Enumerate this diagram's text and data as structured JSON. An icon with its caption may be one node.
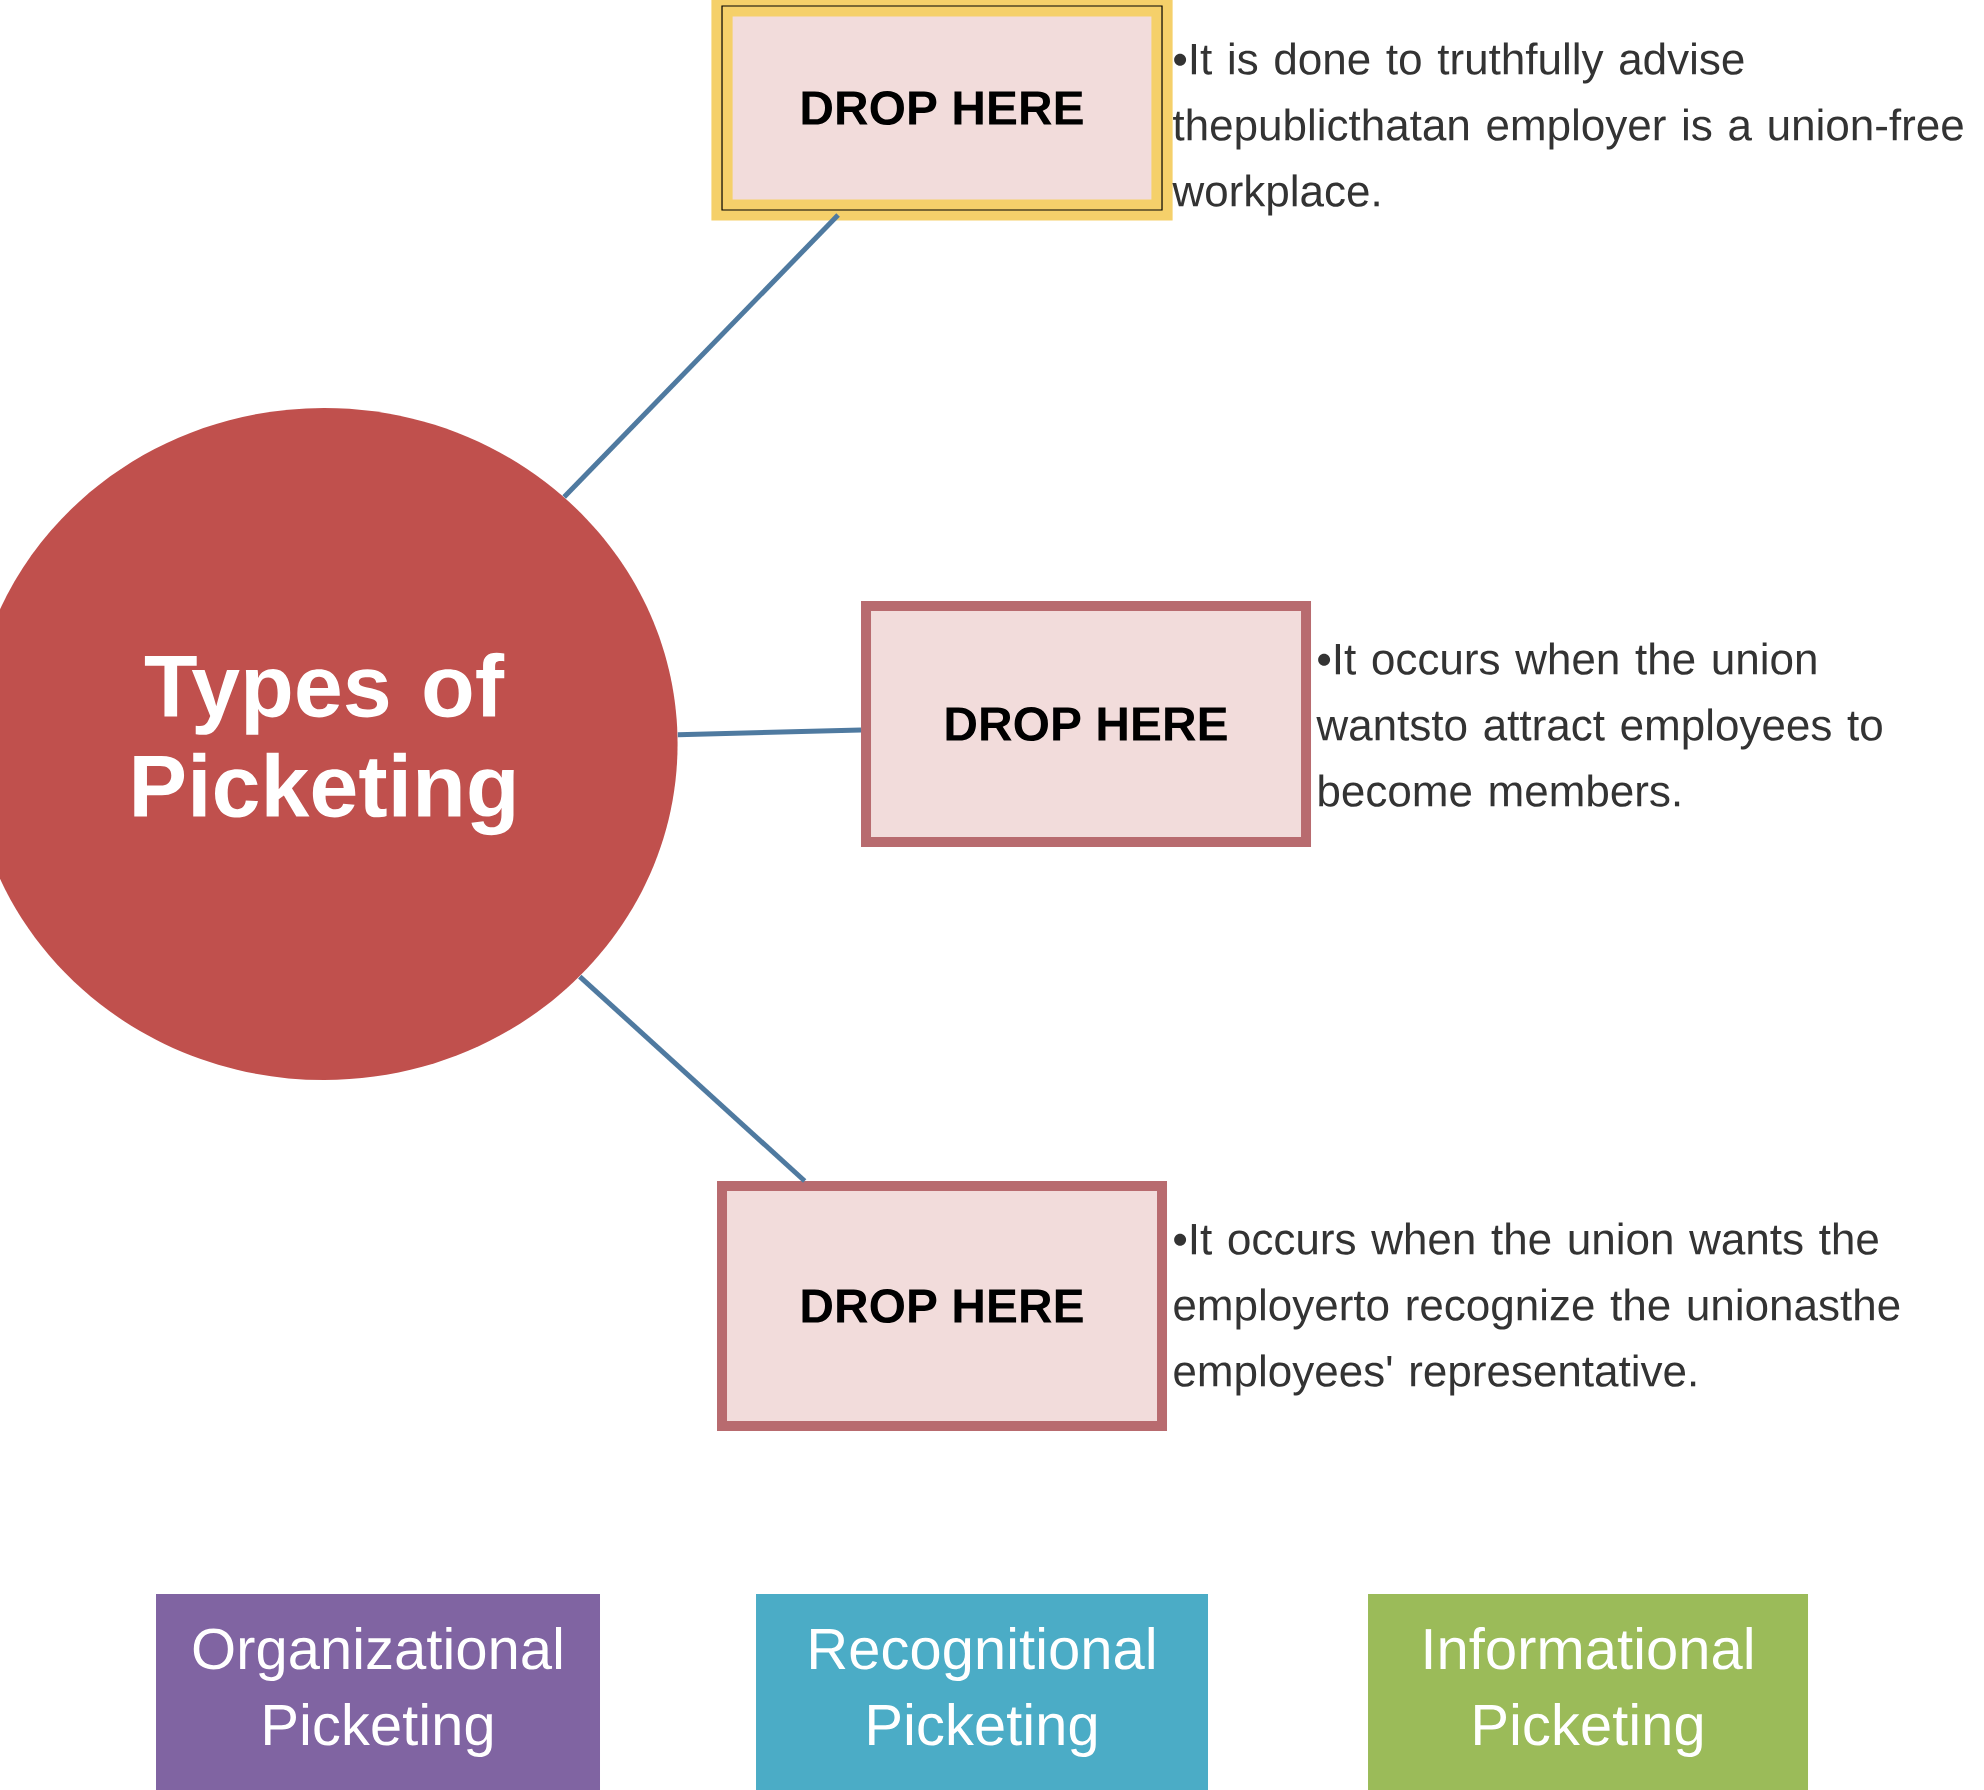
{
  "diagram": {
    "nodes": [
      {
        "text": [
          "Types of Picketing"
        ]
      },
      {
        "text": [
          "DROP HERE"
        ],
        "beside": [
          "•It is done to truthfully advise thepublicthatan employer is a union-free workplace."
        ]
      },
      {
        "text": [
          "DROP HERE"
        ],
        "beside": [
          "•It occurs when the union wantsto attract employees to become members."
        ]
      },
      {
        "text": [
          "DROP HERE"
        ],
        "beside": [
          "•It occurs when the union wants the employerto recognize the unionasthe employees' representative."
        ]
      },
      {
        "text": [
          "Organizational Picketing"
        ]
      },
      {
        "text": [
          "Recognitional Picketing"
        ]
      },
      {
        "text": [
          "Informational Picketing"
        ]
      }
    ],
    "edges": [
      {
        "from": 0,
        "to": 1,
        "arrow": "none"
      },
      {
        "from": 0,
        "to": 2,
        "arrow": "none"
      },
      {
        "from": 0,
        "to": 3,
        "arrow": "none"
      }
    ]
  }
}
